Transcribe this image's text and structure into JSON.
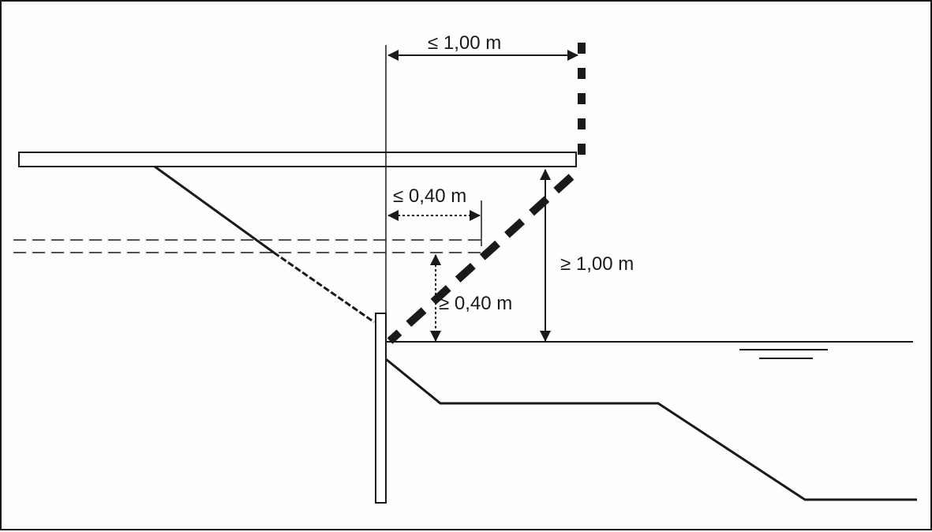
{
  "labels": {
    "top_width": "≤ 1,00 m",
    "inner_width": "≤ 0,40 m",
    "right_height": "≥ 1,00 m",
    "inner_height": "≥ 0,40 m"
  },
  "colors": {
    "ink": "#1a1a1a",
    "background": "#fefefe"
  }
}
